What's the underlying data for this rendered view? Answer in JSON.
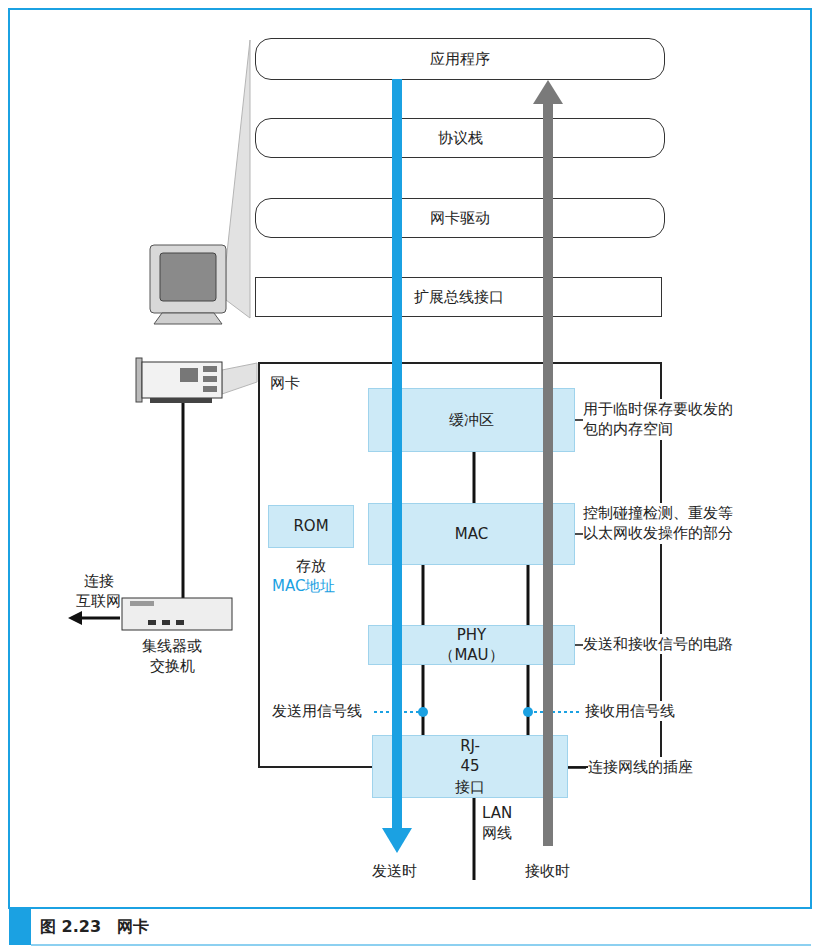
{
  "diagram": {
    "caption": "图 2.23　网卡",
    "nodes": [
      {
        "text": [
          "应用程序"
        ]
      },
      {
        "text": [
          "协议栈"
        ]
      },
      {
        "text": [
          "网卡驱动"
        ]
      },
      {
        "text": [
          "扩展总线接口"
        ]
      },
      {
        "text": [
          "网卡"
        ]
      },
      {
        "text": [
          "缓冲区"
        ],
        "in": 4
      },
      {
        "text": [
          "ROM"
        ],
        "in": 4
      },
      {
        "text": [
          "MAC"
        ],
        "in": 4
      },
      {
        "text": [
          "PHY（MAU）"
        ],
        "in": 4
      },
      {
        "text": [
          "RJ-45 接口"
        ]
      }
    ],
    "edges": [
      {
        "from": 5,
        "to": 7,
        "arrow": "none"
      },
      {
        "from": 7,
        "to": 8,
        "arrow": "none"
      },
      {
        "from": 7,
        "to": 8,
        "arrow": "none"
      },
      {
        "from": 8,
        "to": 9,
        "arrow": "none"
      },
      {
        "from": 8,
        "to": 9,
        "arrow": "none"
      }
    ],
    "labels": [
      "用于临时保存要收发的 包的内存空间",
      "控制碰撞检测、重发等 以太网收发操作的部分",
      "发送和接收信号的电路",
      "连接网线的插座",
      "存放",
      "MAC地址",
      "发送用信号线",
      "接收用信号线",
      "连接 互联网",
      "集线器或 交换机",
      "LAN 网线",
      "发送时",
      "接收时"
    ]
  }
}
